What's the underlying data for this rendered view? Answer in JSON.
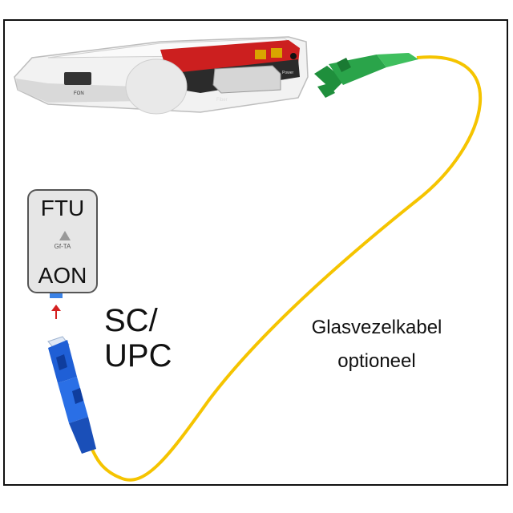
{
  "ftu": {
    "title": "FTU",
    "subtitle": "Gf-TA",
    "mode": "AON"
  },
  "connector": {
    "line1": "SC/",
    "line2": "UPC"
  },
  "cable": {
    "line1": "Glasvezelkabel",
    "line2": "optioneel"
  },
  "router": {
    "port_fon": "FON",
    "port_fiber": "Fiber",
    "port_power": "Power"
  },
  "colors": {
    "cable": "#f5c400",
    "sc_connector": "#1f5fd6",
    "lc_connector": "#2aa44a",
    "router_accent": "#cc1f1f",
    "arrow": "#d42020"
  }
}
